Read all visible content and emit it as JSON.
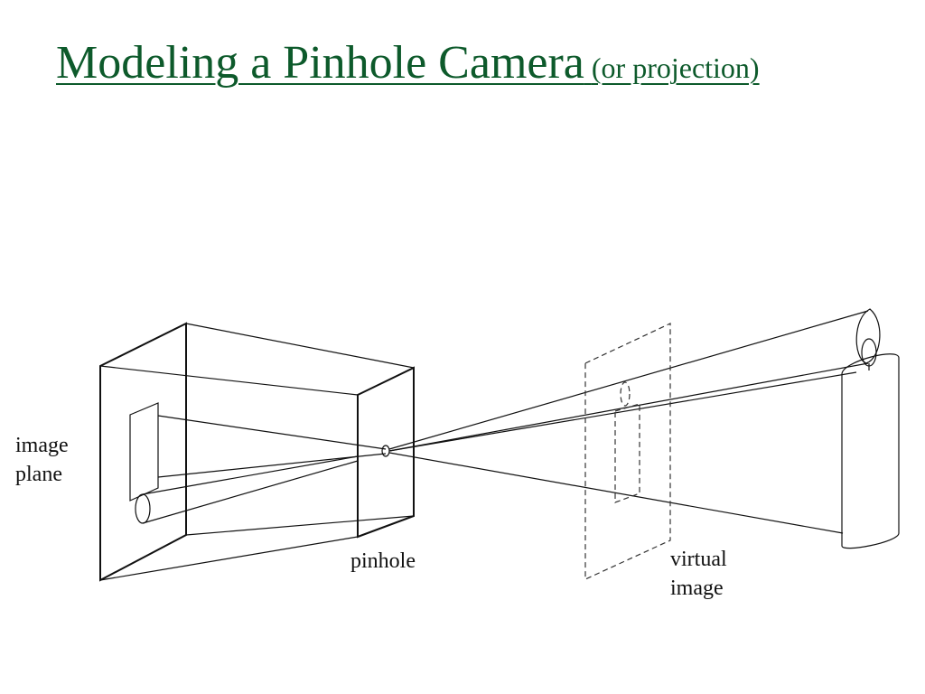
{
  "title": {
    "main": "Modeling a Pinhole Camera",
    "subtitle": "(or projection)",
    "color": "#0d5a2b"
  },
  "labels": {
    "image_plane_line1": "image",
    "image_plane_line2": "plane",
    "pinhole": "pinhole",
    "virtual_image_line1": "virtual",
    "virtual_image_line2": "image"
  },
  "colors": {
    "line": "#111111",
    "background": "#ffffff"
  }
}
